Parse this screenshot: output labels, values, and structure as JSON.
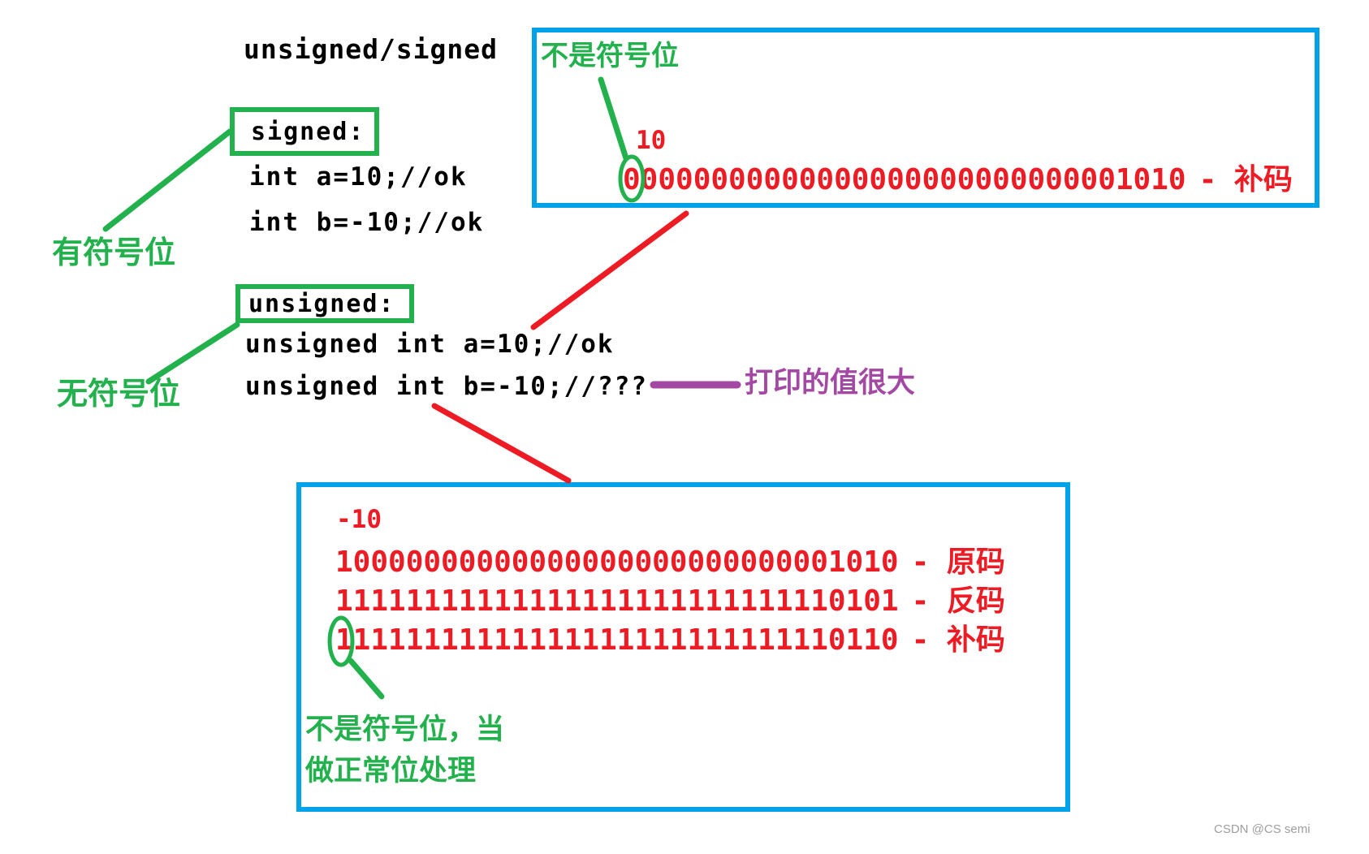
{
  "title": "unsigned/signed",
  "signed_section": {
    "label": "signed:",
    "side_label": "有符号位",
    "code_lines": [
      "int a=10;//ok",
      "int b=-10;//ok"
    ]
  },
  "unsigned_section": {
    "label": "unsigned:",
    "side_label": "无符号位",
    "code_lines": [
      "unsigned int a=10;//ok",
      "unsigned int b=-10;//???"
    ],
    "purple_note": "打印的值很大"
  },
  "top_box": {
    "annotation": "不是符号位",
    "value": "10",
    "binary": "00000000000000000000000000001010",
    "suffix": "- 补码"
  },
  "bottom_box": {
    "value": "-10",
    "rows": [
      {
        "binary": "10000000000000000000000000001010",
        "suffix": "- 原码"
      },
      {
        "binary": "11111111111111111111111111110101",
        "suffix": "- 反码"
      },
      {
        "binary": "11111111111111111111111111110110",
        "suffix": "- 补码"
      }
    ],
    "annotation_line1": "不是符号位，当",
    "annotation_line2": "做正常位处理"
  },
  "watermark": "CSDN @CS semi",
  "colors": {
    "green": "#22B14C",
    "red": "#ED1C24",
    "blue": "#00A2E8",
    "purple": "#A349A4",
    "text": "#000000"
  }
}
